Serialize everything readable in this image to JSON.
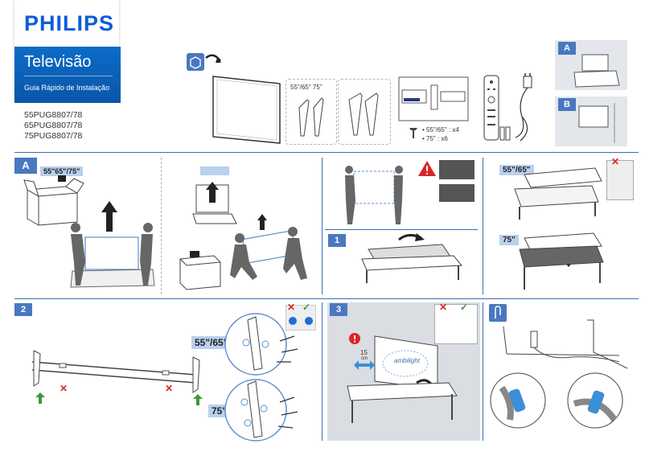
{
  "brand": "PHILIPS",
  "product_title": "Televisão",
  "guide_title": "Guia Rápido de Instalação",
  "models": [
    "55PUG8807/78",
    "65PUG8807/78",
    "75PUG8807/78"
  ],
  "contents": {
    "stand_sizes": "55\"/65\" 75\"",
    "screws": [
      "• 55\"/65\" : x4",
      "• 75\" : x6"
    ]
  },
  "options": {
    "a": "A",
    "b": "B"
  },
  "section_a": {
    "badge": "A",
    "size_label": "55\"65\"/75\""
  },
  "lift_sizes": {
    "small": "55\"/65\"",
    "large": "75\""
  },
  "steps": {
    "one": "1",
    "two": "2",
    "three": "3"
  },
  "step2_sizes": {
    "small": "55\"/65\"",
    "large": "75\""
  },
  "step3": {
    "distance": "15",
    "unit": "cm",
    "ambilight": "ambilight"
  },
  "colors": {
    "accent": "#3a6fb0",
    "brand": "#0b5ed7",
    "badge": "#4a78c0",
    "label_bg": "#b9d0ee",
    "error": "#d9262b",
    "ok": "#3a9a3a"
  }
}
